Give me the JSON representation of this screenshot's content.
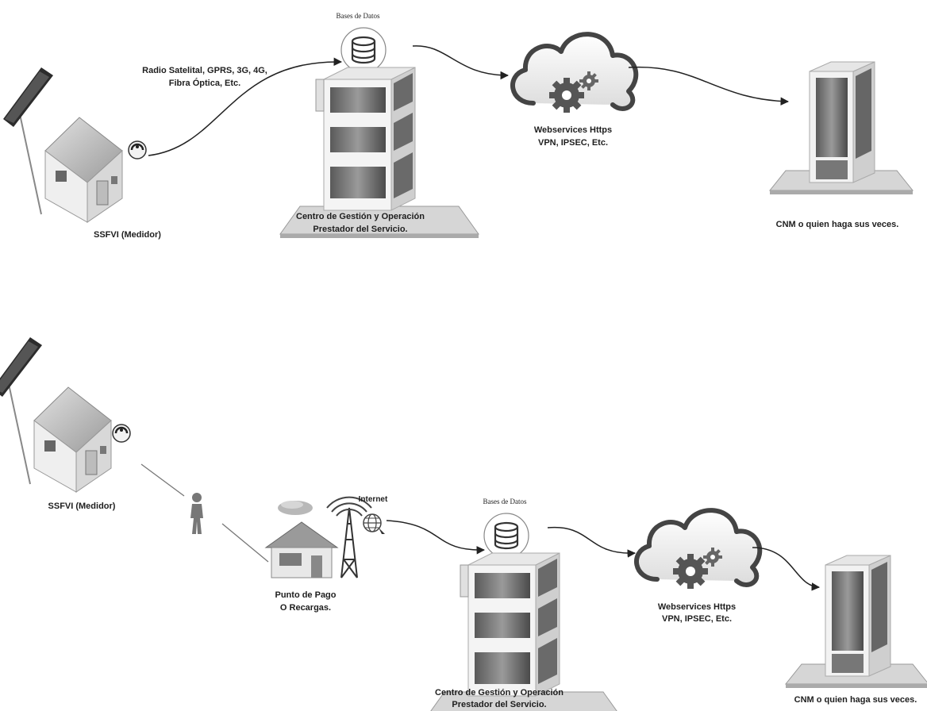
{
  "top": {
    "radio_line1": "Radio Satelital, GPRS, 3G, 4G,",
    "radio_line2": "Fibra Óptica, Etc.",
    "db_label": "Bases de Datos",
    "meter_label": "SSFVI  (Medidor)",
    "center_line1": "Centro de Gestión y Operación",
    "center_line2": "Prestador del Servicio.",
    "ws_line1": "Webservices Https",
    "ws_line2": "VPN, IPSEC, Etc.",
    "cnm_label": "CNM o quien haga sus veces."
  },
  "bottom": {
    "meter_label": "SSFVI  (Medidor)",
    "internet_label": "Internet",
    "pay_line1": "Punto de Pago",
    "pay_line2": "O Recargas.",
    "db_label": "Bases de Datos",
    "center_line1": "Centro de Gestión y Operación",
    "center_line2": "Prestador del Servicio.",
    "ws_line1": "Webservices Https",
    "ws_line2": "VPN, IPSEC, Etc.",
    "cnm_label": "CNM o quien haga sus veces."
  }
}
